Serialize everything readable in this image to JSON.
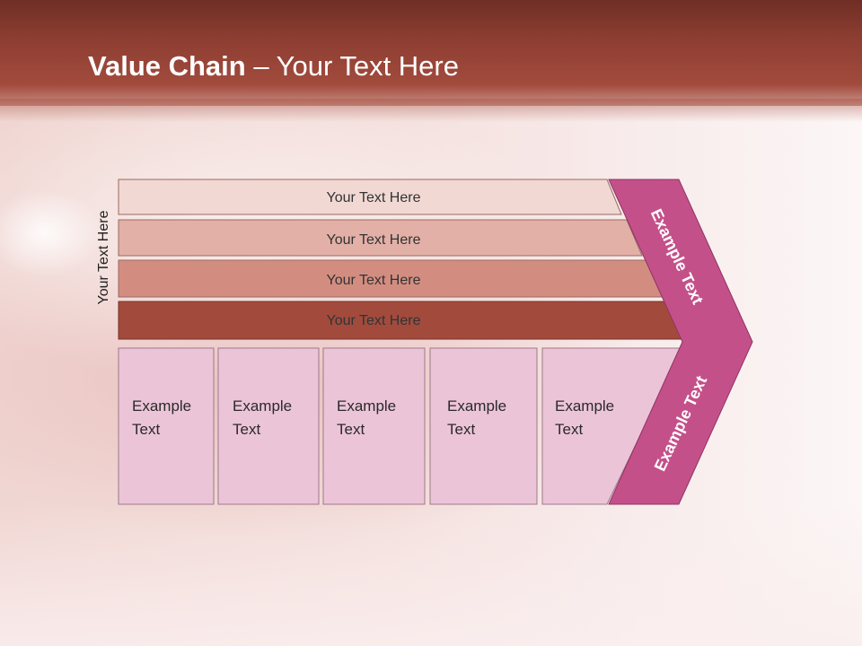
{
  "title": {
    "bold": "Value Chain",
    "rest": " – Your Text Here"
  },
  "side_label": "Your Text Here",
  "bars": [
    {
      "label": "Your Text Here",
      "color": "#f1d8d3"
    },
    {
      "label": "Your Text Here",
      "color": "#e2b0a6"
    },
    {
      "label": "Your Text Here",
      "color": "#d38d80"
    },
    {
      "label": "Your Text Here",
      "color": "#a24b3d"
    }
  ],
  "columns": [
    {
      "line1": "Example",
      "line2": "Text"
    },
    {
      "line1": "Example",
      "line2": "Text"
    },
    {
      "line1": "Example",
      "line2": "Text"
    },
    {
      "line1": "Example",
      "line2": "Text"
    },
    {
      "line1": "Example",
      "line2": "Text"
    }
  ],
  "arrow": {
    "top_label": "Example Text",
    "bottom_label": "Example Text",
    "color": "#c4508a"
  },
  "colors": {
    "header": "#8c3d31",
    "column_fill": "#ecc4d8",
    "column_stroke": "#9c7a88"
  }
}
